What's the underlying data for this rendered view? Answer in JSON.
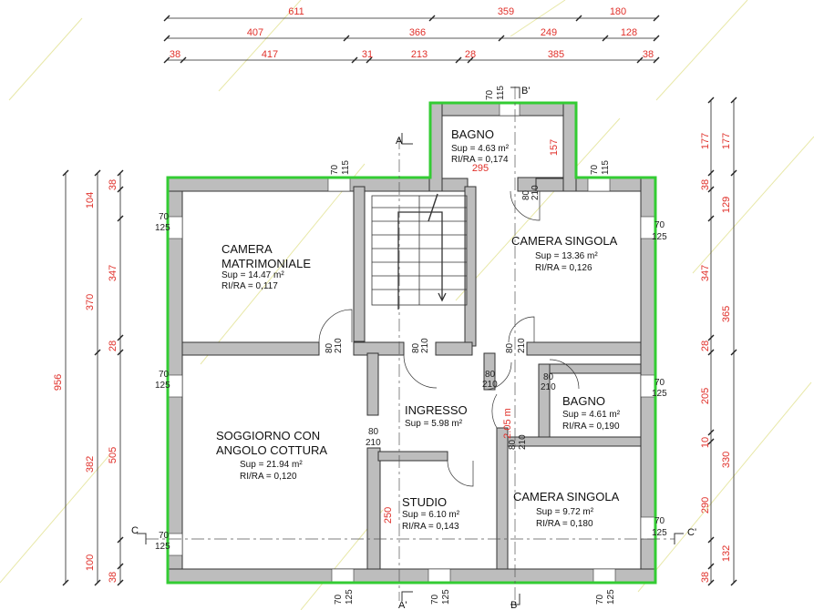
{
  "colors": {
    "wall_fill": "#bdbdbd",
    "outline": "#33cc33",
    "dimension_red": "#e0302a",
    "text": "#111111"
  },
  "top_dims": {
    "row1": [
      "611",
      "359",
      "180"
    ],
    "row2": [
      "407",
      "366",
      "249",
      "128"
    ],
    "row3": [
      "38",
      "417",
      "31",
      "213",
      "28",
      "385",
      "38"
    ]
  },
  "left_dims": {
    "outer": "956",
    "mid": [
      "370",
      "382"
    ],
    "inner": [
      "38",
      "104",
      "347",
      "28",
      "505",
      "100",
      "38"
    ]
  },
  "right_dims": {
    "inner": [
      "177",
      "38",
      "129",
      "347",
      "28",
      "205",
      "10",
      "290",
      "132",
      "38"
    ],
    "outer": [
      "177",
      "365",
      "330"
    ]
  },
  "rooms": [
    {
      "name_lines": [
        "BAGNO"
      ],
      "sup": "Sup = 4.63 m²",
      "rira": "RI/RA = 0,174"
    },
    {
      "name_lines": [
        "CAMERA",
        "MATRIMONIALE"
      ],
      "sup": "Sup = 14.47 m²",
      "rira": "RI/RA = 0,117"
    },
    {
      "name_lines": [
        "CAMERA SINGOLA"
      ],
      "sup": "Sup = 13.36 m²",
      "rira": "RI/RA = 0,126"
    },
    {
      "name_lines": [
        "INGRESSO"
      ],
      "sup": "Sup = 5.98 m²",
      "rira": ""
    },
    {
      "name_lines": [
        "BAGNO"
      ],
      "sup": "Sup = 4.61 m²",
      "rira": "RI/RA = 0,190"
    },
    {
      "name_lines": [
        "SOGGIORNO CON",
        "ANGOLO COTTURA"
      ],
      "sup": "Sup = 21.94 m²",
      "rira": "RI/RA = 0,120"
    },
    {
      "name_lines": [
        "STUDIO"
      ],
      "sup": "Sup = 6.10 m²",
      "rira": "RI/RA = 0,143"
    },
    {
      "name_lines": [
        "CAMERA SINGOLA"
      ],
      "sup": "Sup = 9.72 m²",
      "rira": "RI/RA = 0,180"
    }
  ],
  "interior_dims": {
    "bath_width": "295",
    "bath_depth": "157",
    "corridor": "2.05 m",
    "studio_depth": "250"
  },
  "openings": [
    {
      "w": "70",
      "h": "115"
    },
    {
      "w": "70",
      "h": "115"
    },
    {
      "w": "70",
      "h": "115"
    },
    {
      "w": "70",
      "h": "125"
    },
    {
      "w": "70",
      "h": "125"
    },
    {
      "w": "70",
      "h": "125"
    },
    {
      "w": "70",
      "h": "125"
    },
    {
      "w": "70",
      "h": "125"
    },
    {
      "w": "70",
      "h": "125"
    },
    {
      "w": "70",
      "h": "125"
    },
    {
      "w": "70",
      "h": "125"
    },
    {
      "w": "70",
      "h": "125"
    },
    {
      "w": "80",
      "h": "210"
    },
    {
      "w": "80",
      "h": "210"
    },
    {
      "w": "80",
      "h": "210"
    },
    {
      "w": "80",
      "h": "210"
    },
    {
      "w": "80",
      "h": "210"
    },
    {
      "w": "80",
      "h": "210"
    },
    {
      "w": "80",
      "h": "210"
    },
    {
      "w": "80",
      "h": "210"
    }
  ],
  "section_marks": {
    "A": "A",
    "A_prime": "A'",
    "B": "B",
    "B_prime": "B'",
    "C": "C",
    "C_prime": "C'"
  }
}
